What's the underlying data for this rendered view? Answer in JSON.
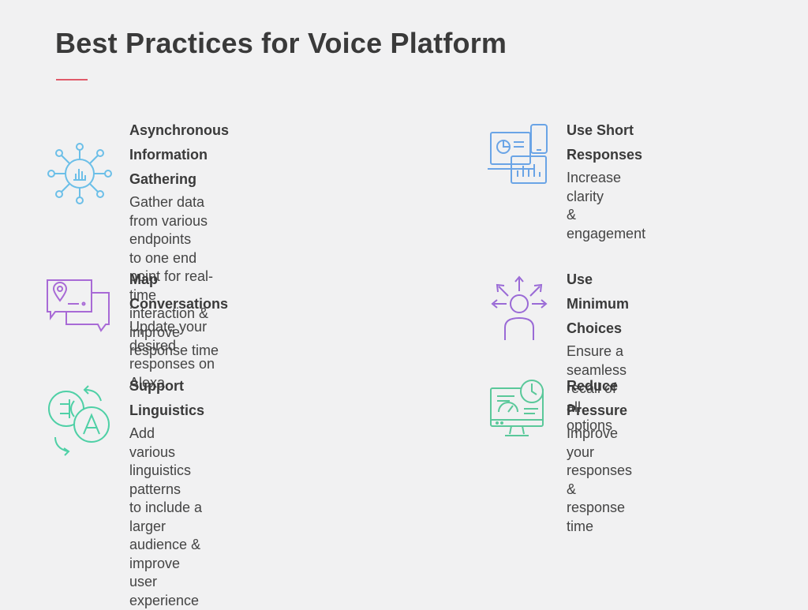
{
  "page": {
    "title": "Best Practices for Voice Platform",
    "accent_color": "#e05a6a"
  },
  "items": [
    {
      "title_line1": "Asynchronous",
      "title_line2": "Information Gathering",
      "description": "Gather data from various endpoints\nto one end point for real-time\ninteraction & improve response time",
      "icon": "network-hub-icon",
      "color": "#6cbfe8"
    },
    {
      "title": "Use Short Responses",
      "description": "Increase clarity\n& engagement",
      "icon": "devices-dashboard-icon",
      "color": "#6aa4e6"
    },
    {
      "title": "Map Conversations",
      "description": "Update your desired\nresponses on Alexa",
      "icon": "map-chat-bubbles-icon",
      "color": "#a86ad6"
    },
    {
      "title": "Use Minimum Choices",
      "description": "Ensure a seamless\nrecall of all options",
      "icon": "person-arrows-icon",
      "color": "#9a6ad6"
    },
    {
      "title": "Support Linguistics",
      "description": "Add various linguistics patterns\nto include a larger audience &\nimprove user experience",
      "icon": "translation-icon",
      "color": "#4fd0a6"
    },
    {
      "title": "Reduce Pressure",
      "description": "Improve your responses\n& response time",
      "icon": "monitor-gauge-icon",
      "color": "#5ac89a"
    }
  ]
}
